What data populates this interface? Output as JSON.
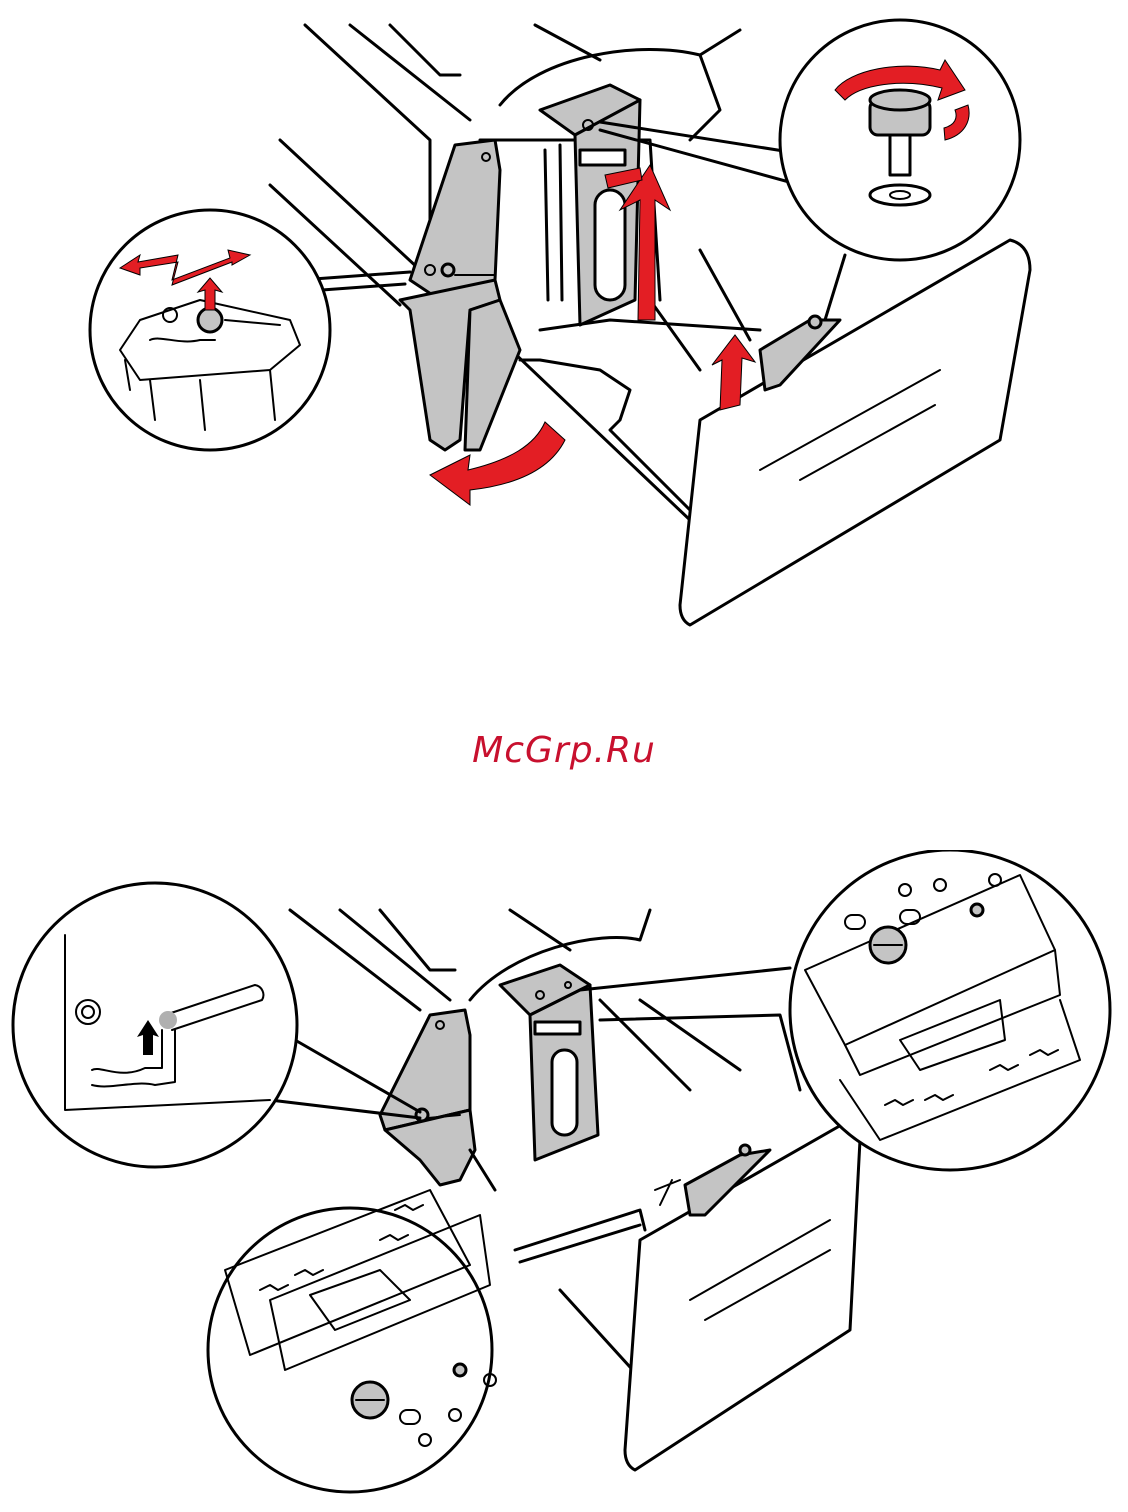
{
  "watermark": {
    "text": "McGrp.Ru",
    "color": "#c8102e"
  },
  "colors": {
    "arrow": "#e31e24",
    "guide": "#c4c4c4",
    "outline": "#000000"
  },
  "figures": [
    {
      "id": "top",
      "icons": [
        "tray-drawer-icon",
        "end-guide-icon",
        "thumbscrew-icon",
        "arrow-icon"
      ]
    },
    {
      "id": "bottom",
      "icons": [
        "tray-drawer-icon",
        "end-guide-icon",
        "side-guide-icon",
        "screw-icon"
      ]
    }
  ]
}
